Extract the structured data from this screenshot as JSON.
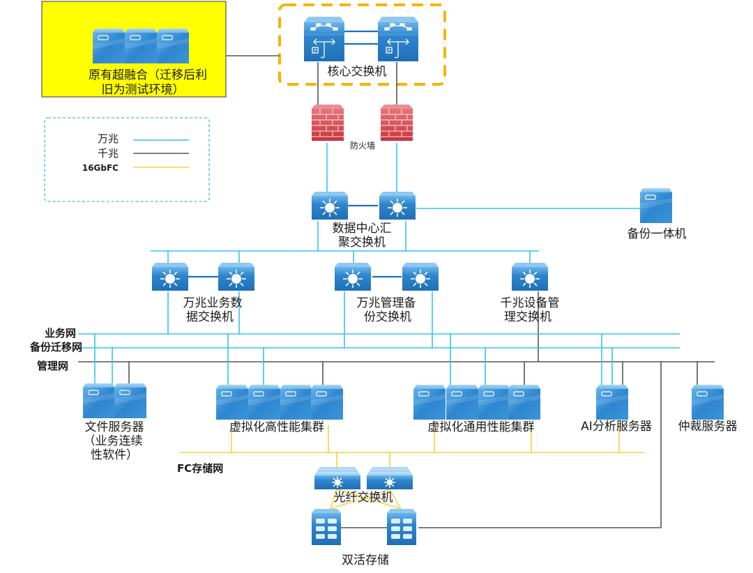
{
  "title": "数据中心网络拓扑图",
  "colors": {
    "ten_gig_line": "#33c3ee",
    "gig_line": "#555555",
    "fc_line": "#ffcf3a",
    "legacy_box_fill": "#ffff00",
    "core_box_border": "#f5b400",
    "legend_border": "#5ec8ea",
    "device_blue": "#2e86cf",
    "firewall_red": "#d8484f"
  },
  "legend": {
    "items": [
      {
        "label": "万兆",
        "style": "ten"
      },
      {
        "label": "千兆",
        "style": "gig"
      },
      {
        "label": "16GbFC",
        "style": "fc"
      }
    ]
  },
  "nodes": {
    "legacy": {
      "line1": "原有超融合（迁移后利",
      "line2": "旧为测试环境）"
    },
    "core_switch": {
      "label": "核心交换机"
    },
    "firewall": {
      "label": "防火墙"
    },
    "dc_agg": {
      "line1": "数据中心汇",
      "line2": "聚交换机"
    },
    "backup_appliance": {
      "label": "备份一体机"
    },
    "biz_switch": {
      "line1": "万兆业务数",
      "line2": "据交换机"
    },
    "mgmt_backup_switch": {
      "line1": "万兆管理备",
      "line2": "份交换机"
    },
    "gig_mgmt_switch": {
      "line1": "千兆设备管",
      "line2": "理交换机"
    },
    "file_server": {
      "line1": "文件服务器",
      "line2": "（业务连续",
      "line3": "性软件）"
    },
    "virt_hp": {
      "label": "虚拟化高性能集群"
    },
    "virt_general": {
      "label": "虚拟化通用性能集群"
    },
    "ai_server": {
      "label": "AI分析服务器"
    },
    "arbiter": {
      "label": "仲裁服务器"
    },
    "fc_switch": {
      "label": "光纤交换机"
    },
    "storage": {
      "label": "双活存储"
    }
  },
  "networks": {
    "business": "业务网",
    "backup_migration": "备份迁移网",
    "management": "管理网",
    "fc_storage": "FC存储网"
  }
}
